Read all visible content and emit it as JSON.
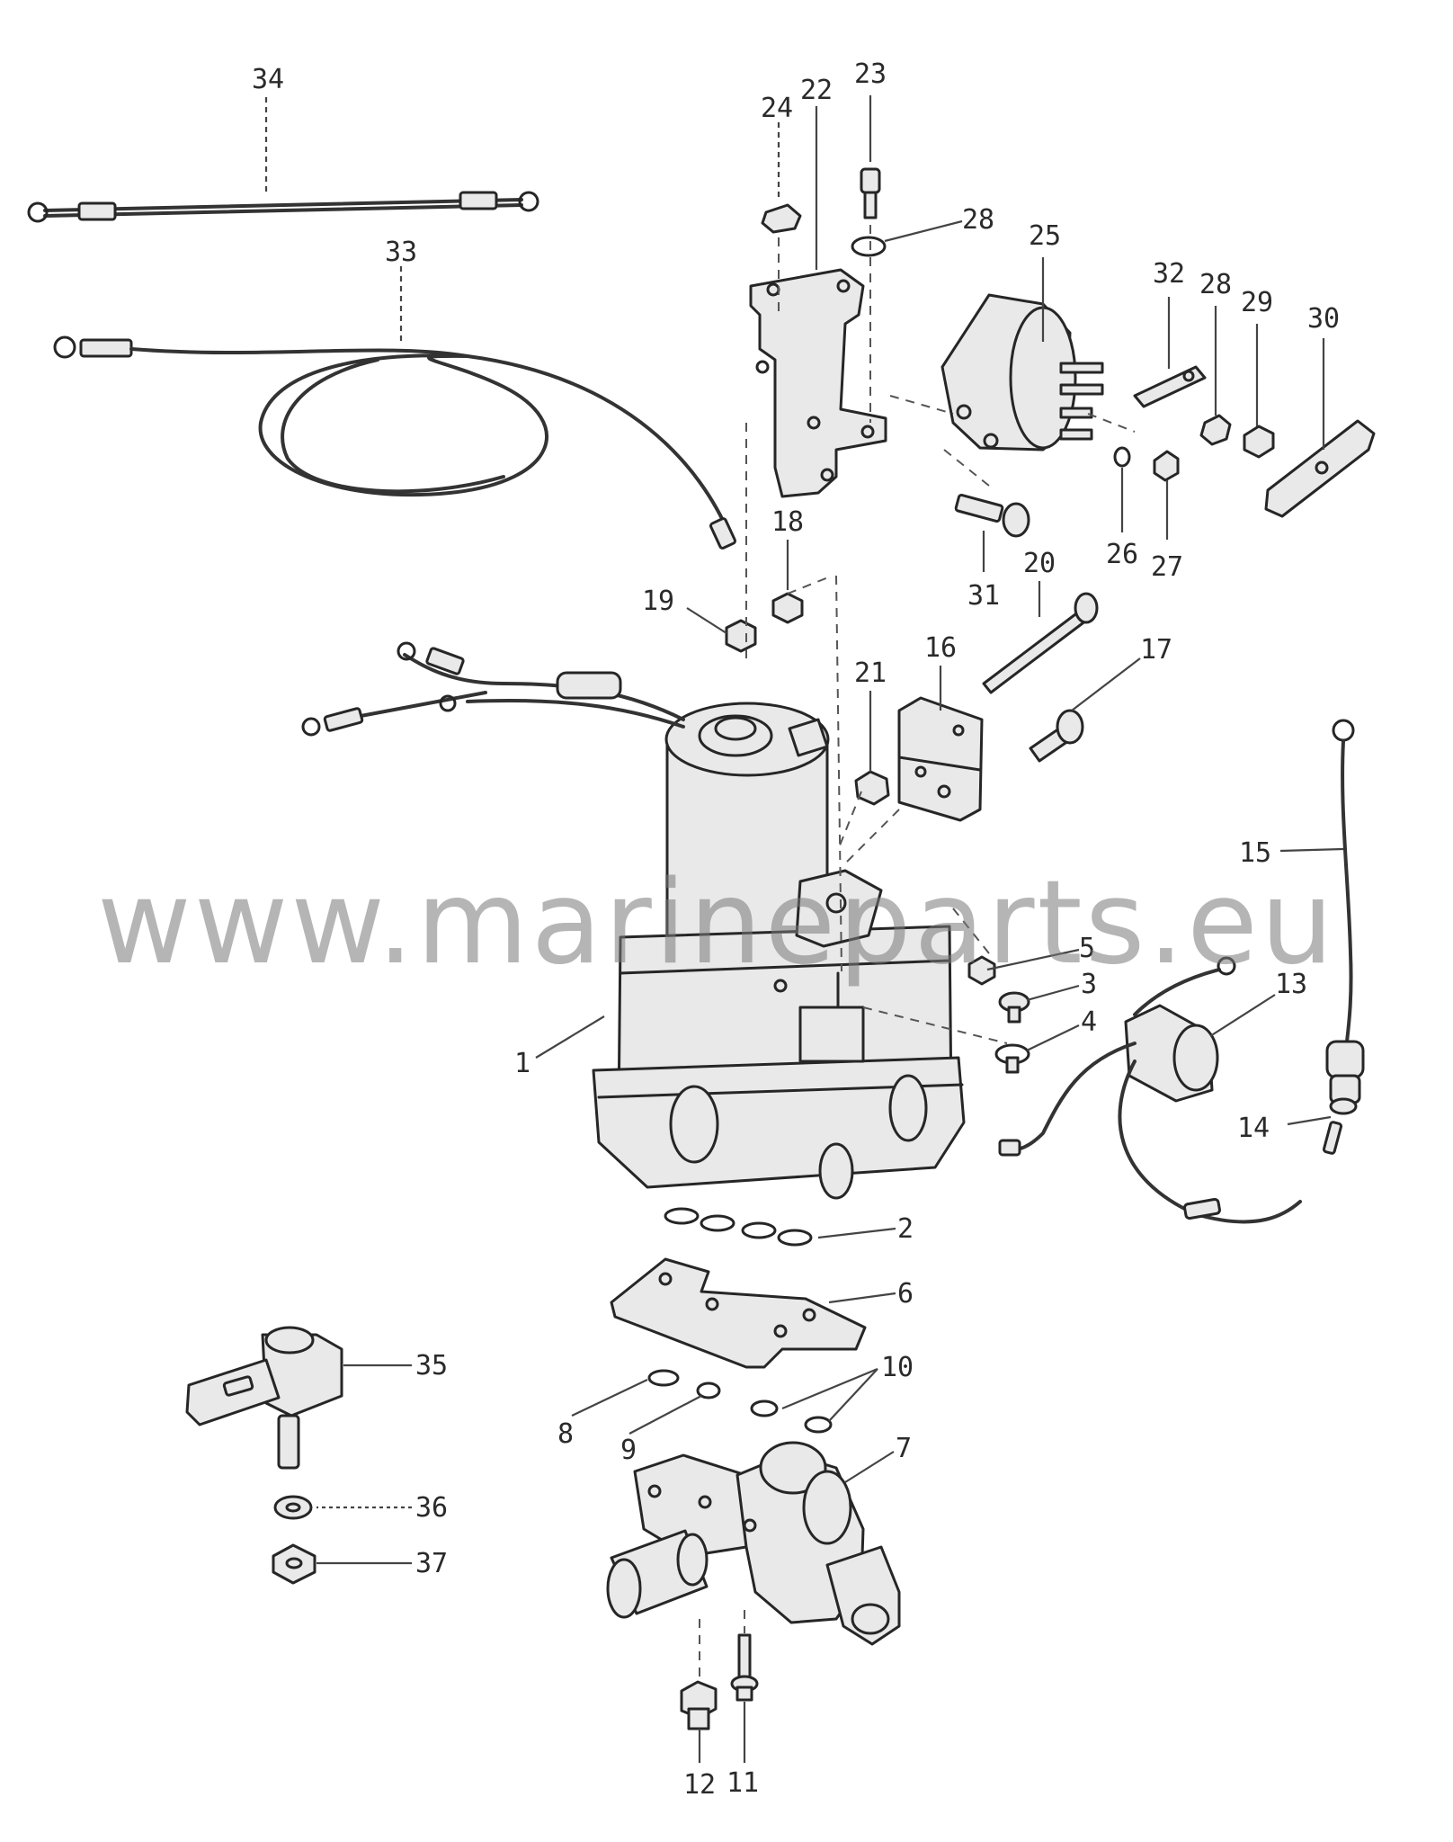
{
  "watermark": "www.marineparts.eu",
  "callouts": {
    "c1": "1",
    "c2": "2",
    "c3": "3",
    "c4": "4",
    "c5": "5",
    "c6": "6",
    "c7": "7",
    "c8": "8",
    "c9": "9",
    "c10": "10",
    "c11": "11",
    "c12": "12",
    "c13": "13",
    "c14": "14",
    "c15": "15",
    "c16": "16",
    "c17": "17",
    "c18": "18",
    "c19": "19",
    "c20": "20",
    "c21": "21",
    "c22": "22",
    "c23": "23",
    "c24": "24",
    "c25": "25",
    "c26": "26",
    "c27": "27",
    "c28a": "28",
    "c28b": "28",
    "c29": "29",
    "c30": "30",
    "c31": "31",
    "c32": "32",
    "c33": "33",
    "c34": "34",
    "c35": "35",
    "c36": "36",
    "c37": "37"
  }
}
